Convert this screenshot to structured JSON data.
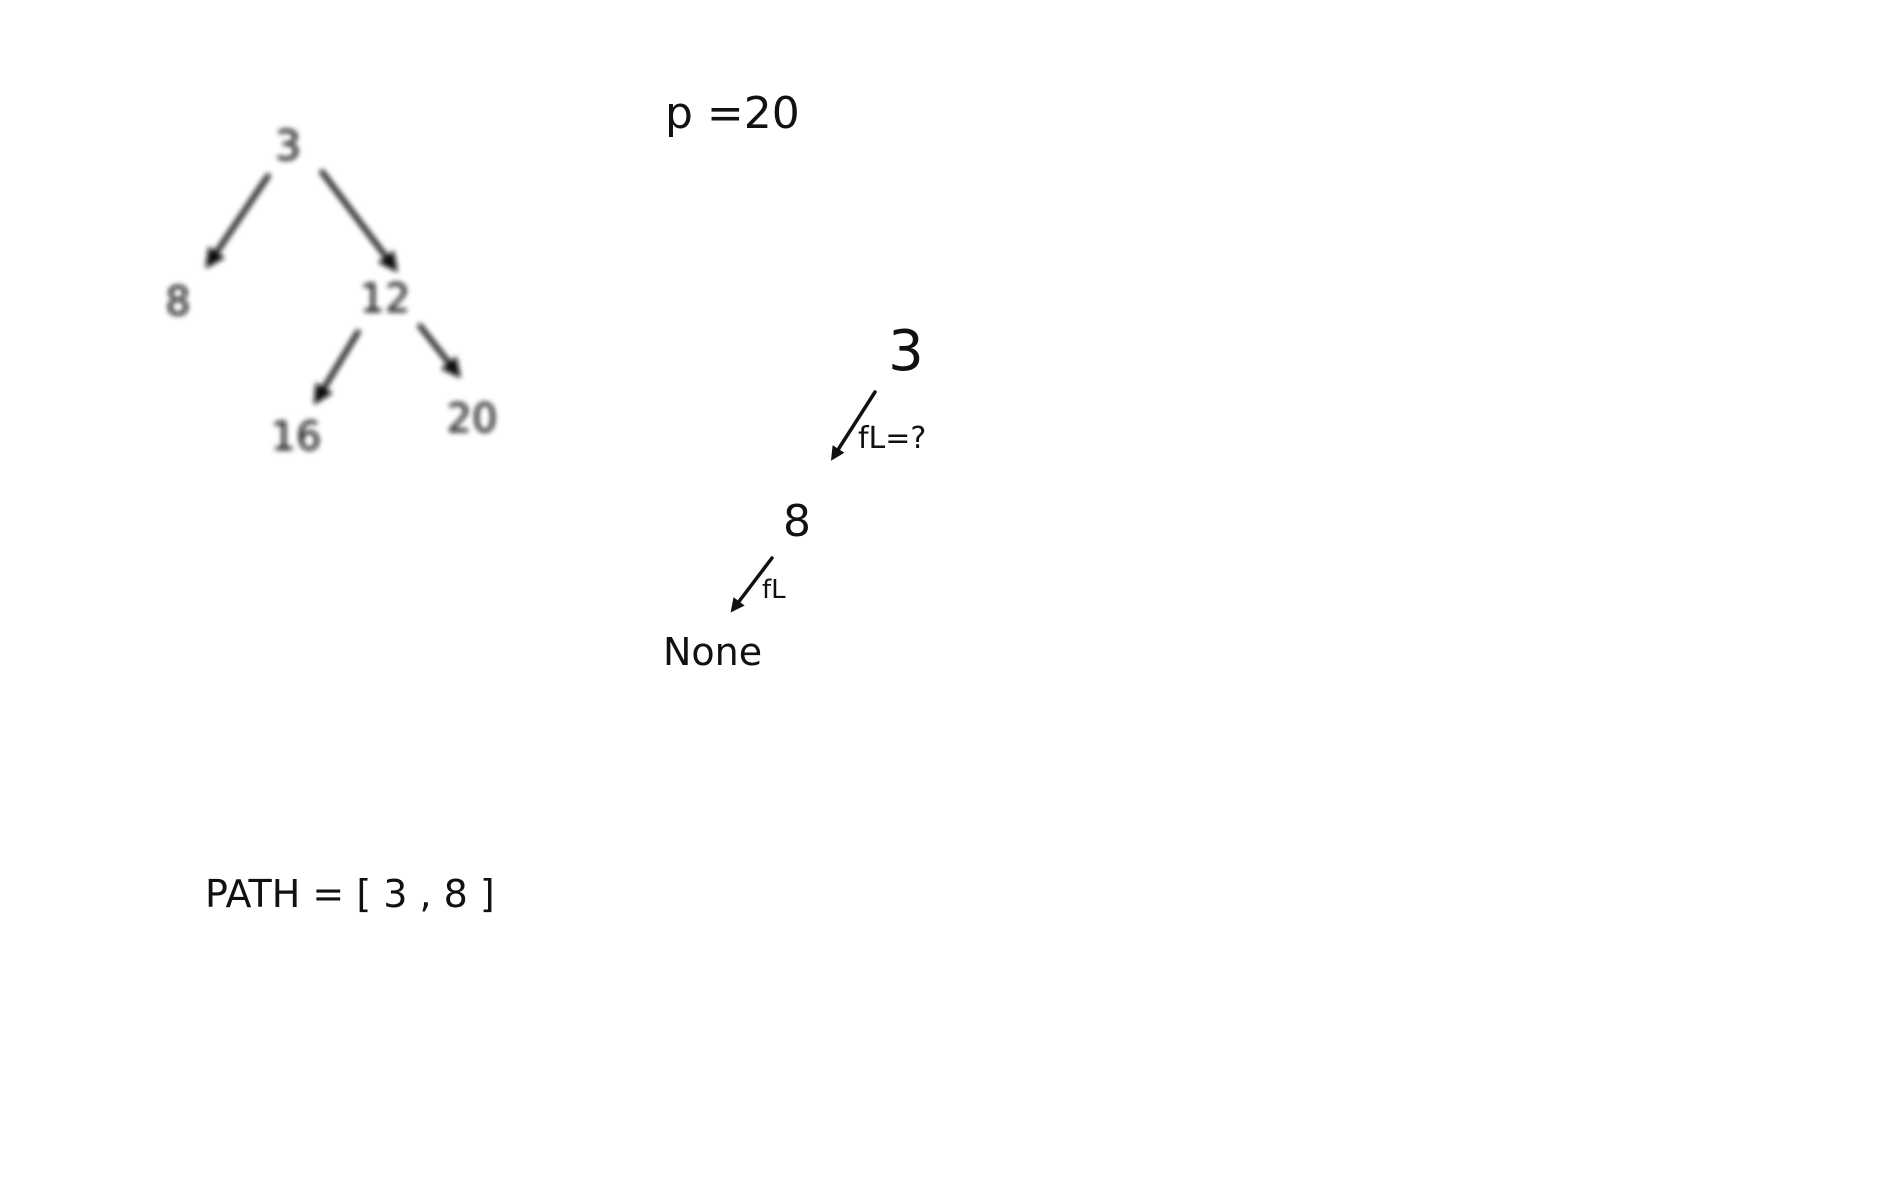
{
  "canvas": {
    "background": "#ffffff",
    "ink_color": "#111111"
  },
  "tree": {
    "root": "3",
    "left_child": "8",
    "right_child": "12",
    "right_left_child": "16",
    "right_right_child": "20"
  },
  "target_label": "p =20",
  "traversal": {
    "node_root": "3",
    "edge1_label": "fL=?",
    "node_second": "8",
    "edge2_label": "fL",
    "node_end": "None"
  },
  "path_label": "PATH = [ 3 , 8 ]"
}
